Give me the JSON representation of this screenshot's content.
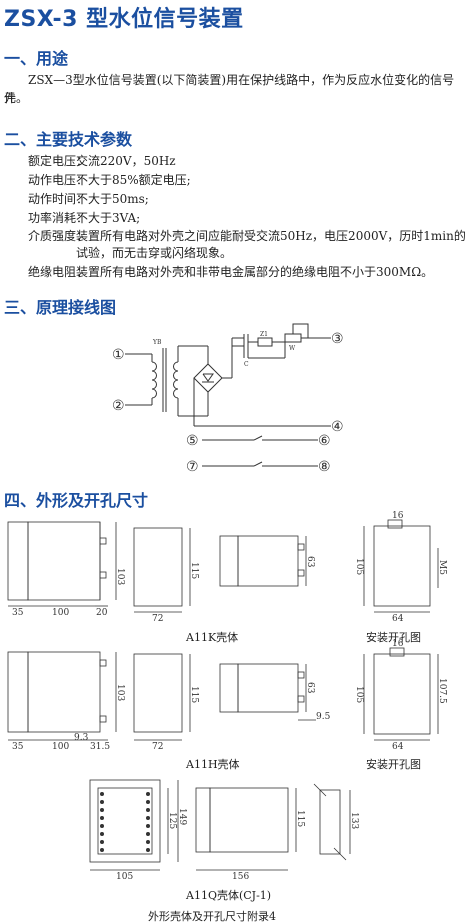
{
  "title": "ZSX-3 型水位信号装置",
  "sections": {
    "purpose": {
      "heading": "一、用途",
      "text_line1": "ZSX—3型水位信号装置(以下简装置)用在保护线路中，作为反应水位变化的信号元",
      "text_line2": "件。"
    },
    "specs": {
      "heading": "二、主要技术参数",
      "items": [
        {
          "key": "额定电压：",
          "value": "交流220V，50Hz"
        },
        {
          "key": "动作电压：",
          "value": "不大于85%额定电压;"
        },
        {
          "key": "动作时间：",
          "value": "不大于50ms;"
        },
        {
          "key": "功率消耗：",
          "value": "不大于3VA;"
        },
        {
          "key": "介质强度：",
          "value": "装置所有电路对外壳之间应能耐受交流50Hz，电压2000V，历时1min的"
        },
        {
          "key": "",
          "value": "试验，而无击穿或闪络现象。"
        },
        {
          "key": "绝缘电阻：",
          "value": "装置所有电路对外壳和非带电金属部分的绝缘电阻不小于300MΩ。"
        }
      ]
    },
    "wiring": {
      "heading": "三、原理接线图",
      "terminals": [
        "①",
        "②",
        "③",
        "④",
        "⑤",
        "⑥",
        "⑦",
        "⑧"
      ],
      "labels": {
        "transformer": "YB",
        "capacitor": "C",
        "resistor1": "Z1",
        "resistor2": "W"
      }
    },
    "dimensions": {
      "heading": "四、外形及开孔尺寸",
      "captions": {
        "a11k": "A11K壳体",
        "cutout1": "安装开孔图",
        "a11h": "A11H壳体",
        "cutout2": "安装开孔图",
        "a11q": "A11Q壳体(CJ-1)",
        "appendix": "外形壳体及开孔尺寸附录4"
      },
      "dims_row1": {
        "d35": "35",
        "d100": "100",
        "d20": "20",
        "d103": "103",
        "d72": "72",
        "d115": "115",
        "d63": "63",
        "d16": "16",
        "d105": "105",
        "d64": "64",
        "dM5": "M5"
      },
      "dims_row2": {
        "d35": "35",
        "d100": "100",
        "d9_3": "9.3",
        "d31_5": "31.5",
        "d103": "103",
        "d72": "72",
        "d115": "115",
        "d63": "63",
        "d9_5": "9.5",
        "d16": "16",
        "d105": "105",
        "d107_5": "107.5",
        "d64": "64"
      },
      "dims_row3": {
        "d125": "125",
        "d149": "149",
        "d105": "105",
        "d115": "115",
        "d156": "156",
        "d133": "133"
      }
    }
  }
}
